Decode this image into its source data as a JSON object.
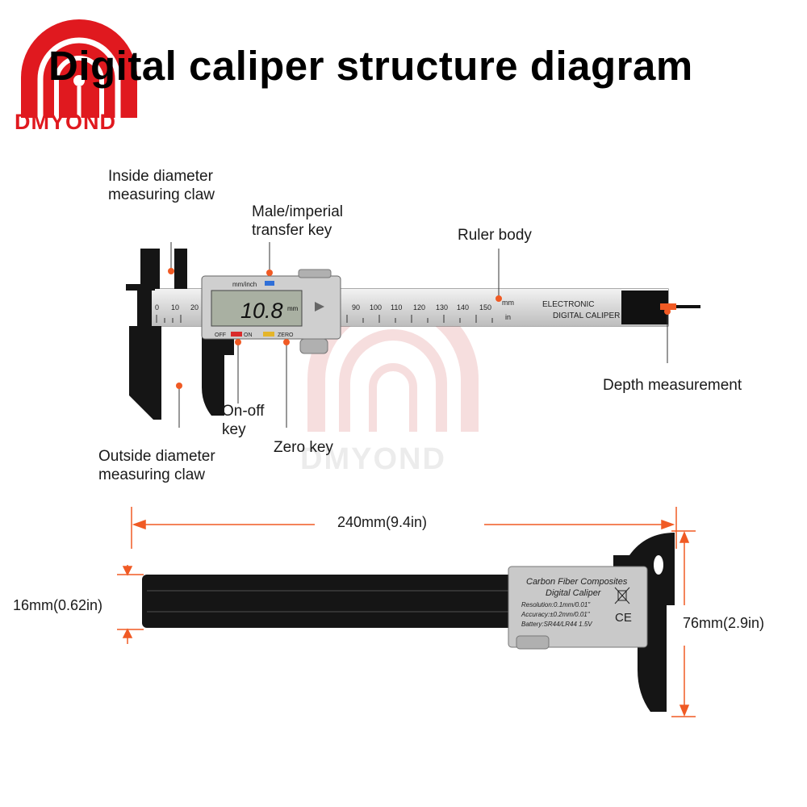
{
  "title": "Digital caliper structure diagram",
  "brand": {
    "name": "DMYOND",
    "watermark": "DMYOND",
    "logo_color": "#e0191f"
  },
  "callouts": {
    "inside_claw": [
      "Inside diameter",
      "measuring claw"
    ],
    "transfer_key": [
      "Male/imperial",
      "transfer key"
    ],
    "ruler_body": "Ruler body",
    "depth": "Depth measurement",
    "on_off": [
      "On-off",
      "key"
    ],
    "zero_key": "Zero key",
    "outside_claw": [
      "Outside diameter",
      "measuring claw"
    ]
  },
  "dimensions": {
    "length": "240mm(9.4in)",
    "thickness": "16mm(0.62in)",
    "height": "76mm(2.9in)"
  },
  "caliper_front": {
    "display_value": "10.8",
    "display_unit": "mm",
    "unit_key": "mm/inch",
    "off_label": "OFF",
    "on_label": "ON",
    "zero_label": "ZERO",
    "body_text": [
      "ELECTRONIC",
      "DIGITAL CALIPER"
    ],
    "scale_numbers": [
      "0",
      "10",
      "20",
      "90",
      "100",
      "110",
      "120",
      "130",
      "140",
      "150"
    ],
    "scale_units": [
      "mm",
      "in"
    ]
  },
  "caliper_back": {
    "label_lines": [
      "Carbon Fiber Composites",
      "Digital Caliper",
      "Resolution:0.1mm/0.01\"",
      "Accuracy:±0.2mm/0.01\"",
      "Battery:SR44/LR44 1.5V"
    ],
    "ce_mark": "CE"
  },
  "colors": {
    "accent_orange": "#f05a24",
    "caliper_black": "#151515",
    "silver": "#c9c9c9"
  },
  "icons": [
    "logo-icon",
    "watermark-logo-icon",
    "arrow-icon",
    "weee-bin-icon"
  ]
}
